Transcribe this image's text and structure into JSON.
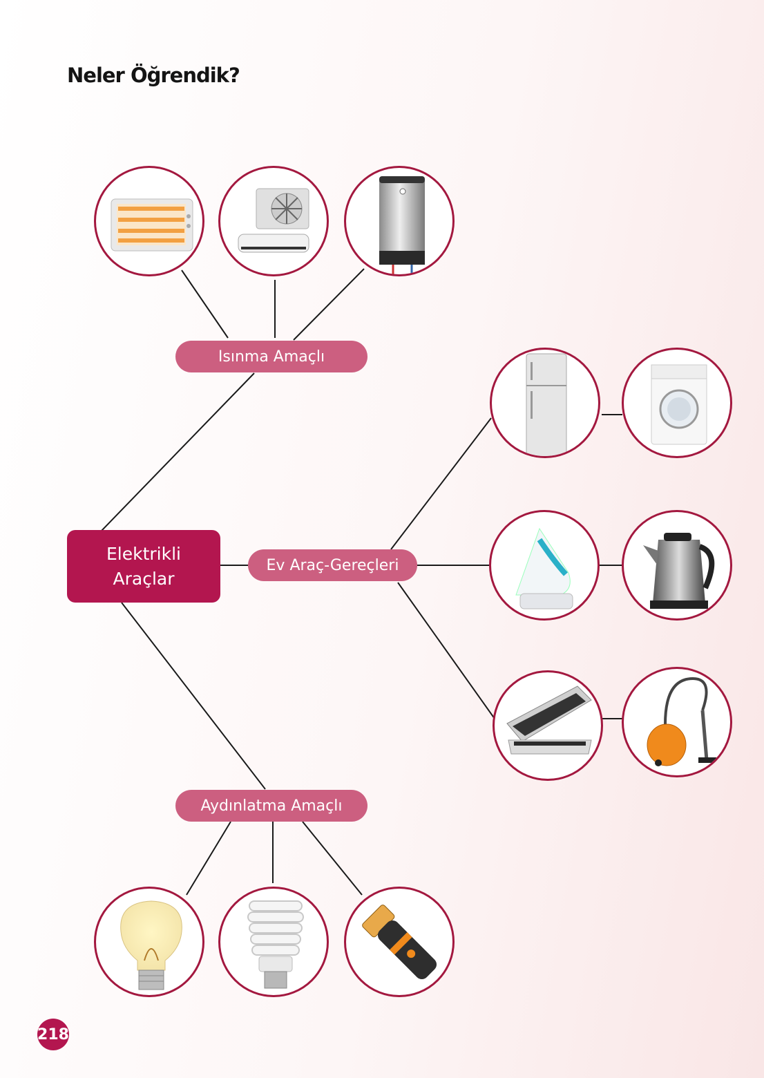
{
  "title": "Neler Öğrendik?",
  "root": {
    "line1": "Elektrikli",
    "line2": "Araçlar"
  },
  "branches": {
    "heating": "Isınma Amaçlı",
    "home": "Ev Araç-Gereçleri",
    "lighting": "Aydınlatma Amaçlı"
  },
  "page_number": "218",
  "colors": {
    "root_box": "#b3164f",
    "branch_pill": "#cc5f80",
    "circle_border": "#a3183f",
    "line": "#1a1a1a"
  },
  "images": {
    "heating": [
      "electric-heater",
      "air-conditioner",
      "water-heater"
    ],
    "home": [
      "refrigerator",
      "washing-machine",
      "iron",
      "kettle",
      "toaster-grill",
      "vacuum-cleaner"
    ],
    "lighting": [
      "light-bulb",
      "energy-saving-bulb",
      "flashlight"
    ]
  }
}
